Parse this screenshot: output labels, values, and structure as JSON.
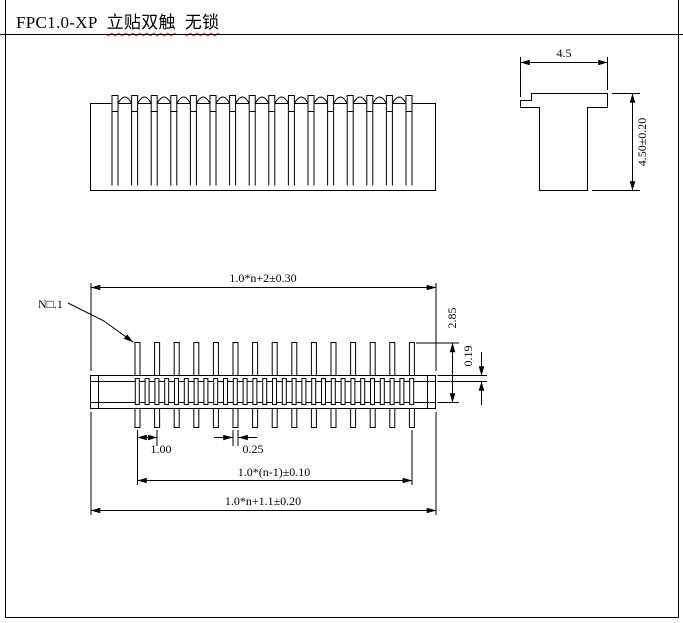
{
  "title": {
    "model": "FPC1.0-XP",
    "type_desc": "立贴双触",
    "lock_desc": "无锁"
  },
  "side_view": {
    "width_dim": "4.5",
    "height_dim": "4.50±0.20"
  },
  "main_view": {
    "pin_label": "N□.1",
    "overall_top_dim": "1.0*n+2±0.30",
    "height_dim": "2.85",
    "thickness_dim": "0.19",
    "pitch_dim": "1.00",
    "pad_width_dim": "0.25",
    "span_dim": "1.0*(n-1)±0.10",
    "overall_bottom_dim": "1.0*n+1.1±0.20"
  },
  "geometry": {
    "front_view_pins": 16,
    "top_row_pins": 15,
    "bottom_row_pins": 15,
    "contact_slots": 29
  }
}
